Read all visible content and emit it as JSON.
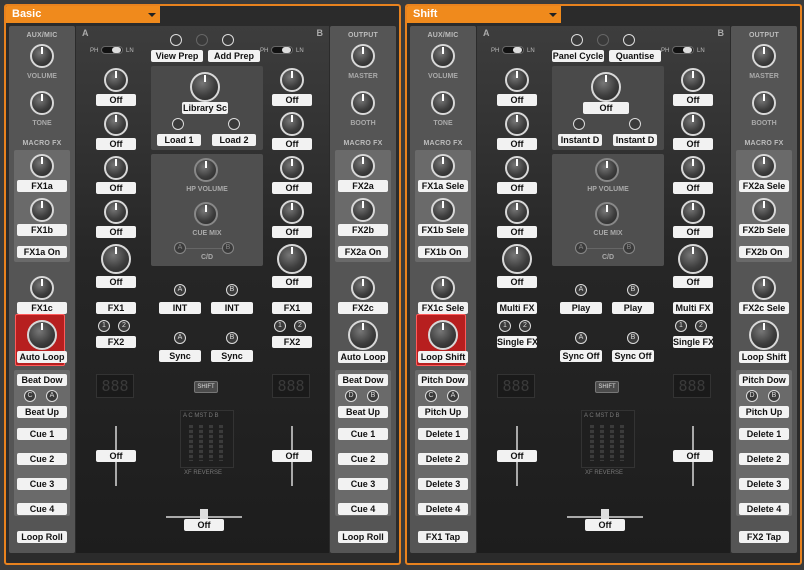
{
  "panels": [
    {
      "title": "Basic",
      "left": {
        "section1": "AUX/MIC",
        "knob1": "VOLUME",
        "knob2": "TONE",
        "section2": "MACRO FX",
        "fx1": "FX1a",
        "fx2": "FX1b",
        "fx3": "FX1a On",
        "fx4": "FX1c",
        "loop": "Auto Loop",
        "beat1": "Beat Dow",
        "beat2": "Beat Up",
        "cue1": "Cue 1",
        "cue2": "Cue 2",
        "cue3": "Cue 3",
        "cue4": "Cue 4",
        "bottom": "Loop Roll",
        "roundC": "C",
        "roundA": "A"
      },
      "right": {
        "section1": "OUTPUT",
        "knob1": "MASTER",
        "knob2": "BOOTH",
        "section2": "MACRO FX",
        "fx1": "FX2a",
        "fx2": "FX2b",
        "fx3": "FX2a On",
        "fx4": "FX2c",
        "loop": "Auto Loop",
        "beat1": "Beat Dow",
        "beat2": "Beat Up",
        "cue1": "Cue 1",
        "cue2": "Cue 2",
        "cue3": "Cue 3",
        "cue4": "Cue 4",
        "bottom": "Loop Roll",
        "roundD": "D",
        "roundB": "B"
      },
      "mid": {
        "deckA": "A",
        "deckB": "B",
        "ph": "PH",
        "ln": "LN",
        "top1": "View Prep",
        "top2": "Add Prep",
        "center1": "Library Sc",
        "load1": "Load 1",
        "load2": "Load 2",
        "hpVolume": "HP VOLUME",
        "cueMix": "CUE MIX",
        "cd": "C/D",
        "off1": "Off",
        "off2": "Off",
        "off3": "Off",
        "off4": "Off",
        "off5": "Off",
        "off6": "Off",
        "off7": "Off",
        "off8": "Off",
        "off9": "Off",
        "off10": "Off",
        "fx1L": "FX1",
        "fx1R": "FX1",
        "int1": "INT",
        "int2": "INT",
        "fx2L": "FX2",
        "fx2R": "FX2",
        "sync1": "Sync",
        "sync2": "Sync",
        "shift": "SHIFT",
        "faderLeft": "Off",
        "faderRight": "Off",
        "xfader": "Off",
        "xfReverse": "XF REVERSE",
        "meterHead": "A C MST D B",
        "segL": "888",
        "segR": "888"
      }
    },
    {
      "title": "Shift",
      "left": {
        "section1": "AUX/MIC",
        "knob1": "VOLUME",
        "knob2": "TONE",
        "section2": "MACRO FX",
        "fx1": "FX1a Sele",
        "fx2": "FX1b Sele",
        "fx3": "FX1b On",
        "fx4": "FX1c Sele",
        "loop": "Loop Shift",
        "beat1": "Pitch Dow",
        "beat2": "Pitch Up",
        "cue1": "Delete 1",
        "cue2": "Delete 2",
        "cue3": "Delete 3",
        "cue4": "Delete 4",
        "bottom": "FX1 Tap",
        "roundC": "C",
        "roundA": "A"
      },
      "right": {
        "section1": "OUTPUT",
        "knob1": "MASTER",
        "knob2": "BOOTH",
        "section2": "MACRO FX",
        "fx1": "FX2a Sele",
        "fx2": "FX2b Sele",
        "fx3": "FX2b On",
        "fx4": "FX2c Sele",
        "loop": "Loop Shift",
        "beat1": "Pitch Dow",
        "beat2": "Pitch Up",
        "cue1": "Delete 1",
        "cue2": "Delete 2",
        "cue3": "Delete 3",
        "cue4": "Delete 4",
        "bottom": "FX2 Tap",
        "roundD": "D",
        "roundB": "B"
      },
      "mid": {
        "deckA": "A",
        "deckB": "B",
        "ph": "PH",
        "ln": "LN",
        "top1": "Panel Cycle",
        "top2": "Quantise",
        "center1": "Off",
        "load1": "Instant D",
        "load2": "Instant D",
        "hpVolume": "HP VOLUME",
        "cueMix": "CUE MIX",
        "cd": "C/D",
        "off1": "Off",
        "off2": "Off",
        "off3": "Off",
        "off4": "Off",
        "off5": "Off",
        "off6": "Off",
        "off7": "Off",
        "off8": "Off",
        "off9": "Off",
        "off10": "Off",
        "fx1L": "Multi FX",
        "fx1R": "Multi FX",
        "int1": "Play",
        "int2": "Play",
        "fx2L": "Single FX",
        "fx2R": "Single FX",
        "sync1": "Sync Off",
        "sync2": "Sync Off",
        "shift": "SHIFT",
        "faderLeft": "Off",
        "faderRight": "Off",
        "xfader": "Off",
        "xfReverse": "XF REVERSE",
        "meterHead": "A C MST D B",
        "segL": "888",
        "segR": "888"
      }
    }
  ]
}
